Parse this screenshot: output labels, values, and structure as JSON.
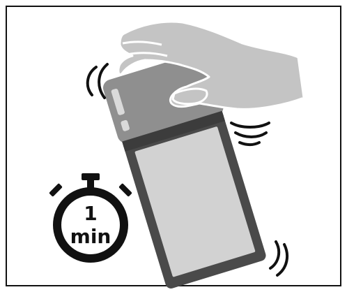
{
  "illustration": {
    "subject": "shake-spray-can",
    "icons": [
      "hand-icon",
      "spray-can-icon",
      "stopwatch-icon",
      "shake-motion-icon"
    ],
    "timer": {
      "value": "1",
      "unit": "min"
    },
    "colors": {
      "border": "#111111",
      "background": "#ffffff",
      "hand": "#c4c4c4",
      "hand_outline": "#ffffff",
      "can_cap": "#8f8f8f",
      "can_body_outline": "#4a4a4a",
      "can_label": "#d2d2d2",
      "can_band": "#3c3c3c",
      "motion_lines": "#111111",
      "timer": "#111111"
    }
  }
}
